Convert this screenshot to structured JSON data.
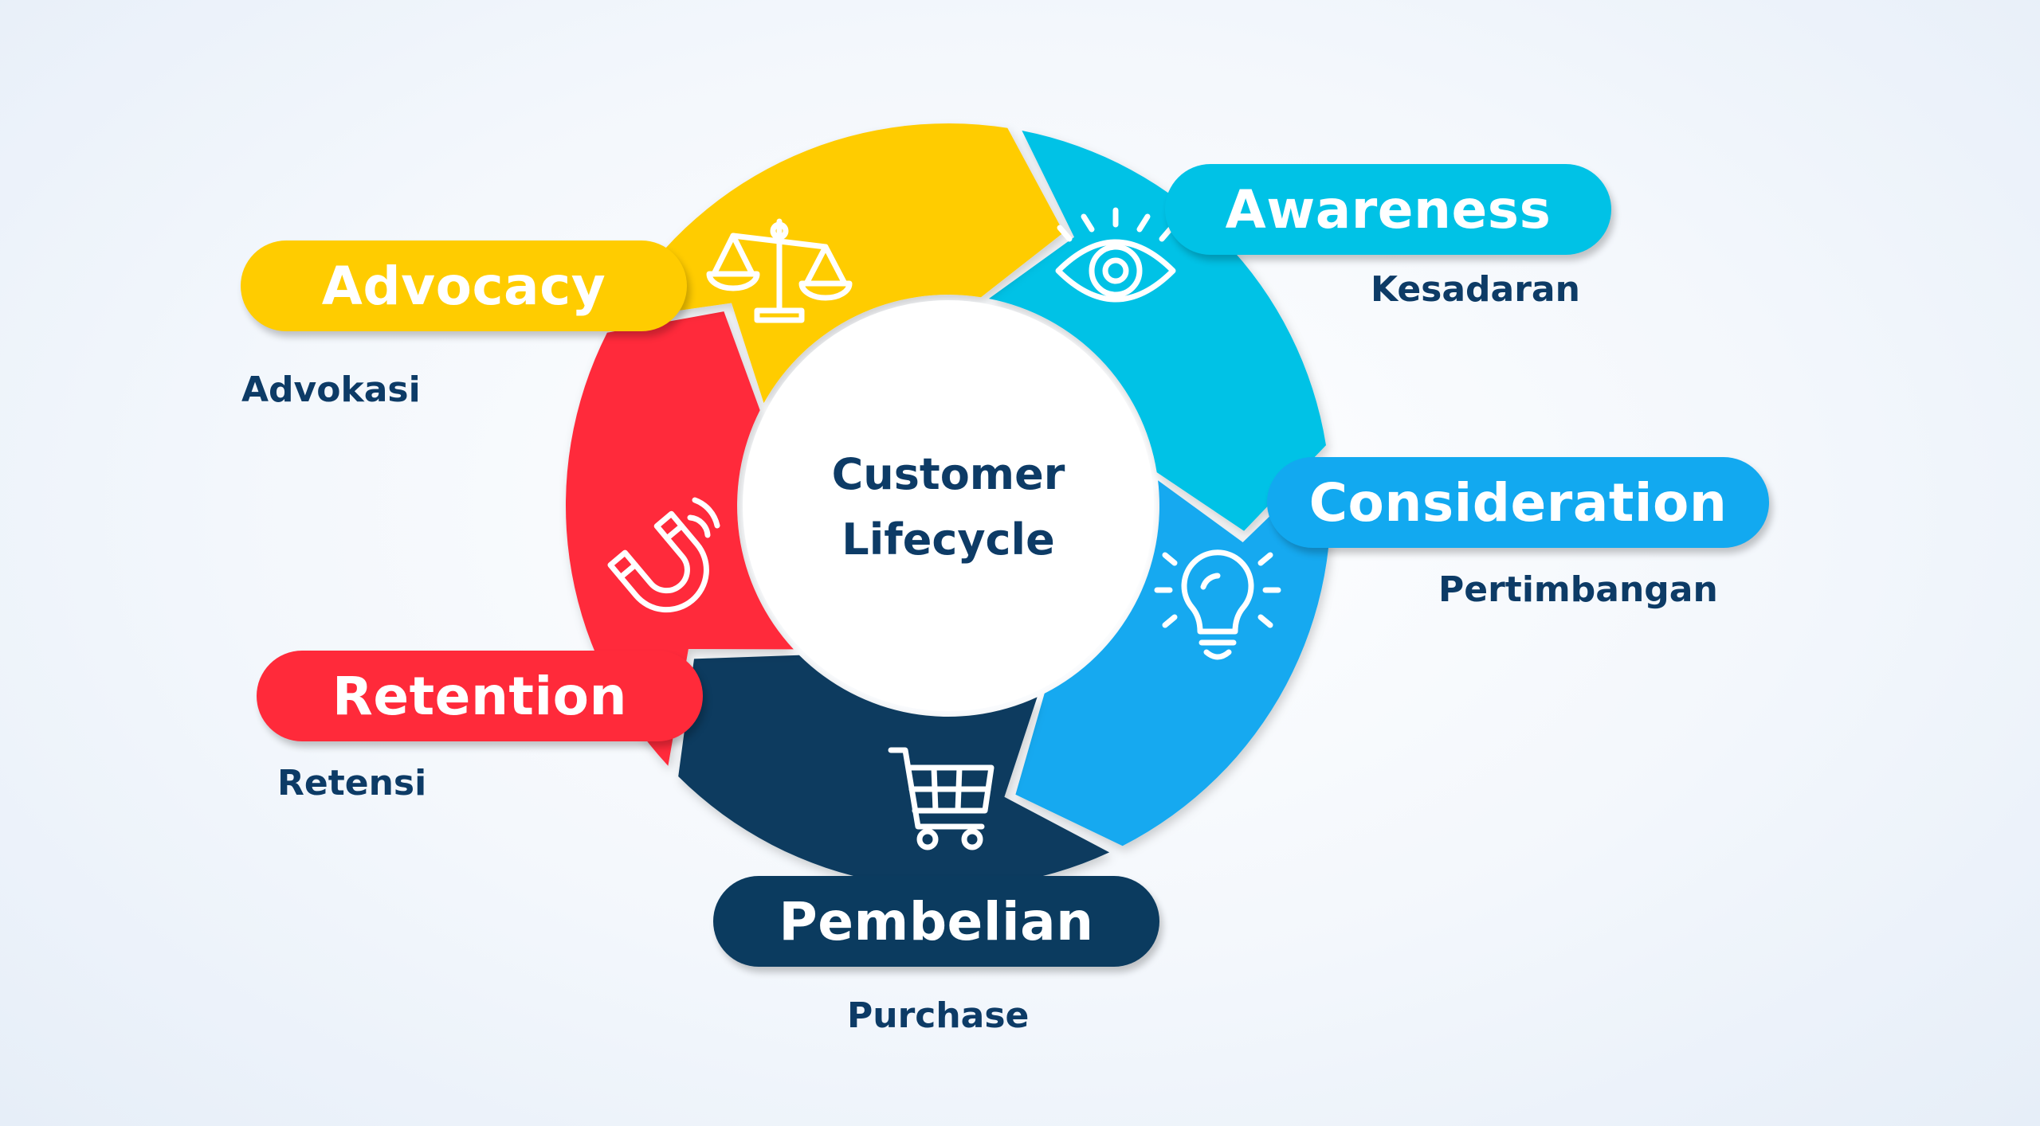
{
  "center": {
    "line1": "Customer",
    "line2": "Lifecycle"
  },
  "stages": {
    "awareness": {
      "label": "Awareness",
      "sub": "Kesadaran",
      "color": "#00c2e6",
      "icon": "eye-icon"
    },
    "consideration": {
      "label": "Consideration",
      "sub": "Pertimbangan",
      "color": "#12a9f0",
      "icon": "lightbulb-icon"
    },
    "purchase": {
      "label": "Pembelian",
      "sub": "Purchase",
      "color": "#0b3b5f",
      "icon": "shopping-cart-icon"
    },
    "retention": {
      "label": "Retention",
      "sub": "Retensi",
      "color": "#ff2a3a",
      "icon": "magnet-icon"
    },
    "advocacy": {
      "label": "Advocacy",
      "sub": "Advokasi",
      "color": "#ffcc00",
      "icon": "scales-icon"
    }
  },
  "text_color": "#0d3b66"
}
